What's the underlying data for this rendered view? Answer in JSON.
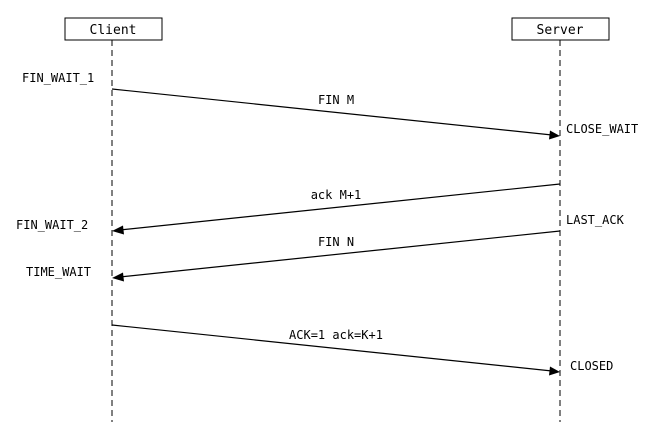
{
  "participants": {
    "client": "Client",
    "server": "Server"
  },
  "messages": [
    {
      "label": "FIN M",
      "from": "client",
      "to": "server"
    },
    {
      "label": "ack M+1",
      "from": "server",
      "to": "client"
    },
    {
      "label": "FIN N",
      "from": "server",
      "to": "client"
    },
    {
      "label": "ACK=1 ack=K+1",
      "from": "client",
      "to": "server"
    }
  ],
  "client_states": {
    "fin_wait_1": "FIN_WAIT_1",
    "fin_wait_2": "FIN_WAIT_2",
    "time_wait": "TIME_WAIT"
  },
  "server_states": {
    "close_wait": "CLOSE_WAIT",
    "last_ack": "LAST_ACK",
    "closed": "CLOSED"
  }
}
